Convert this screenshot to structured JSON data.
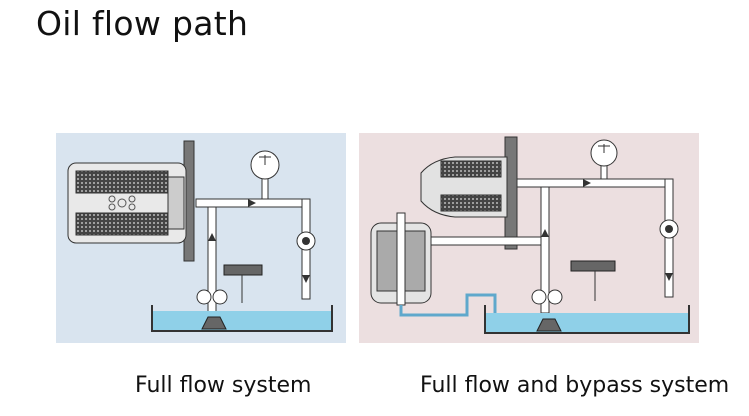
{
  "title": "Oil flow path",
  "diagrams": [
    {
      "caption": "Full flow system"
    },
    {
      "caption": "Full flow and bypass system"
    }
  ],
  "colors": {
    "oil": "#8fd0e8",
    "pipe": "#ffffff",
    "outline": "#333333",
    "panel_left": "#d9e4ef",
    "panel_right": "#ecdfe0"
  }
}
